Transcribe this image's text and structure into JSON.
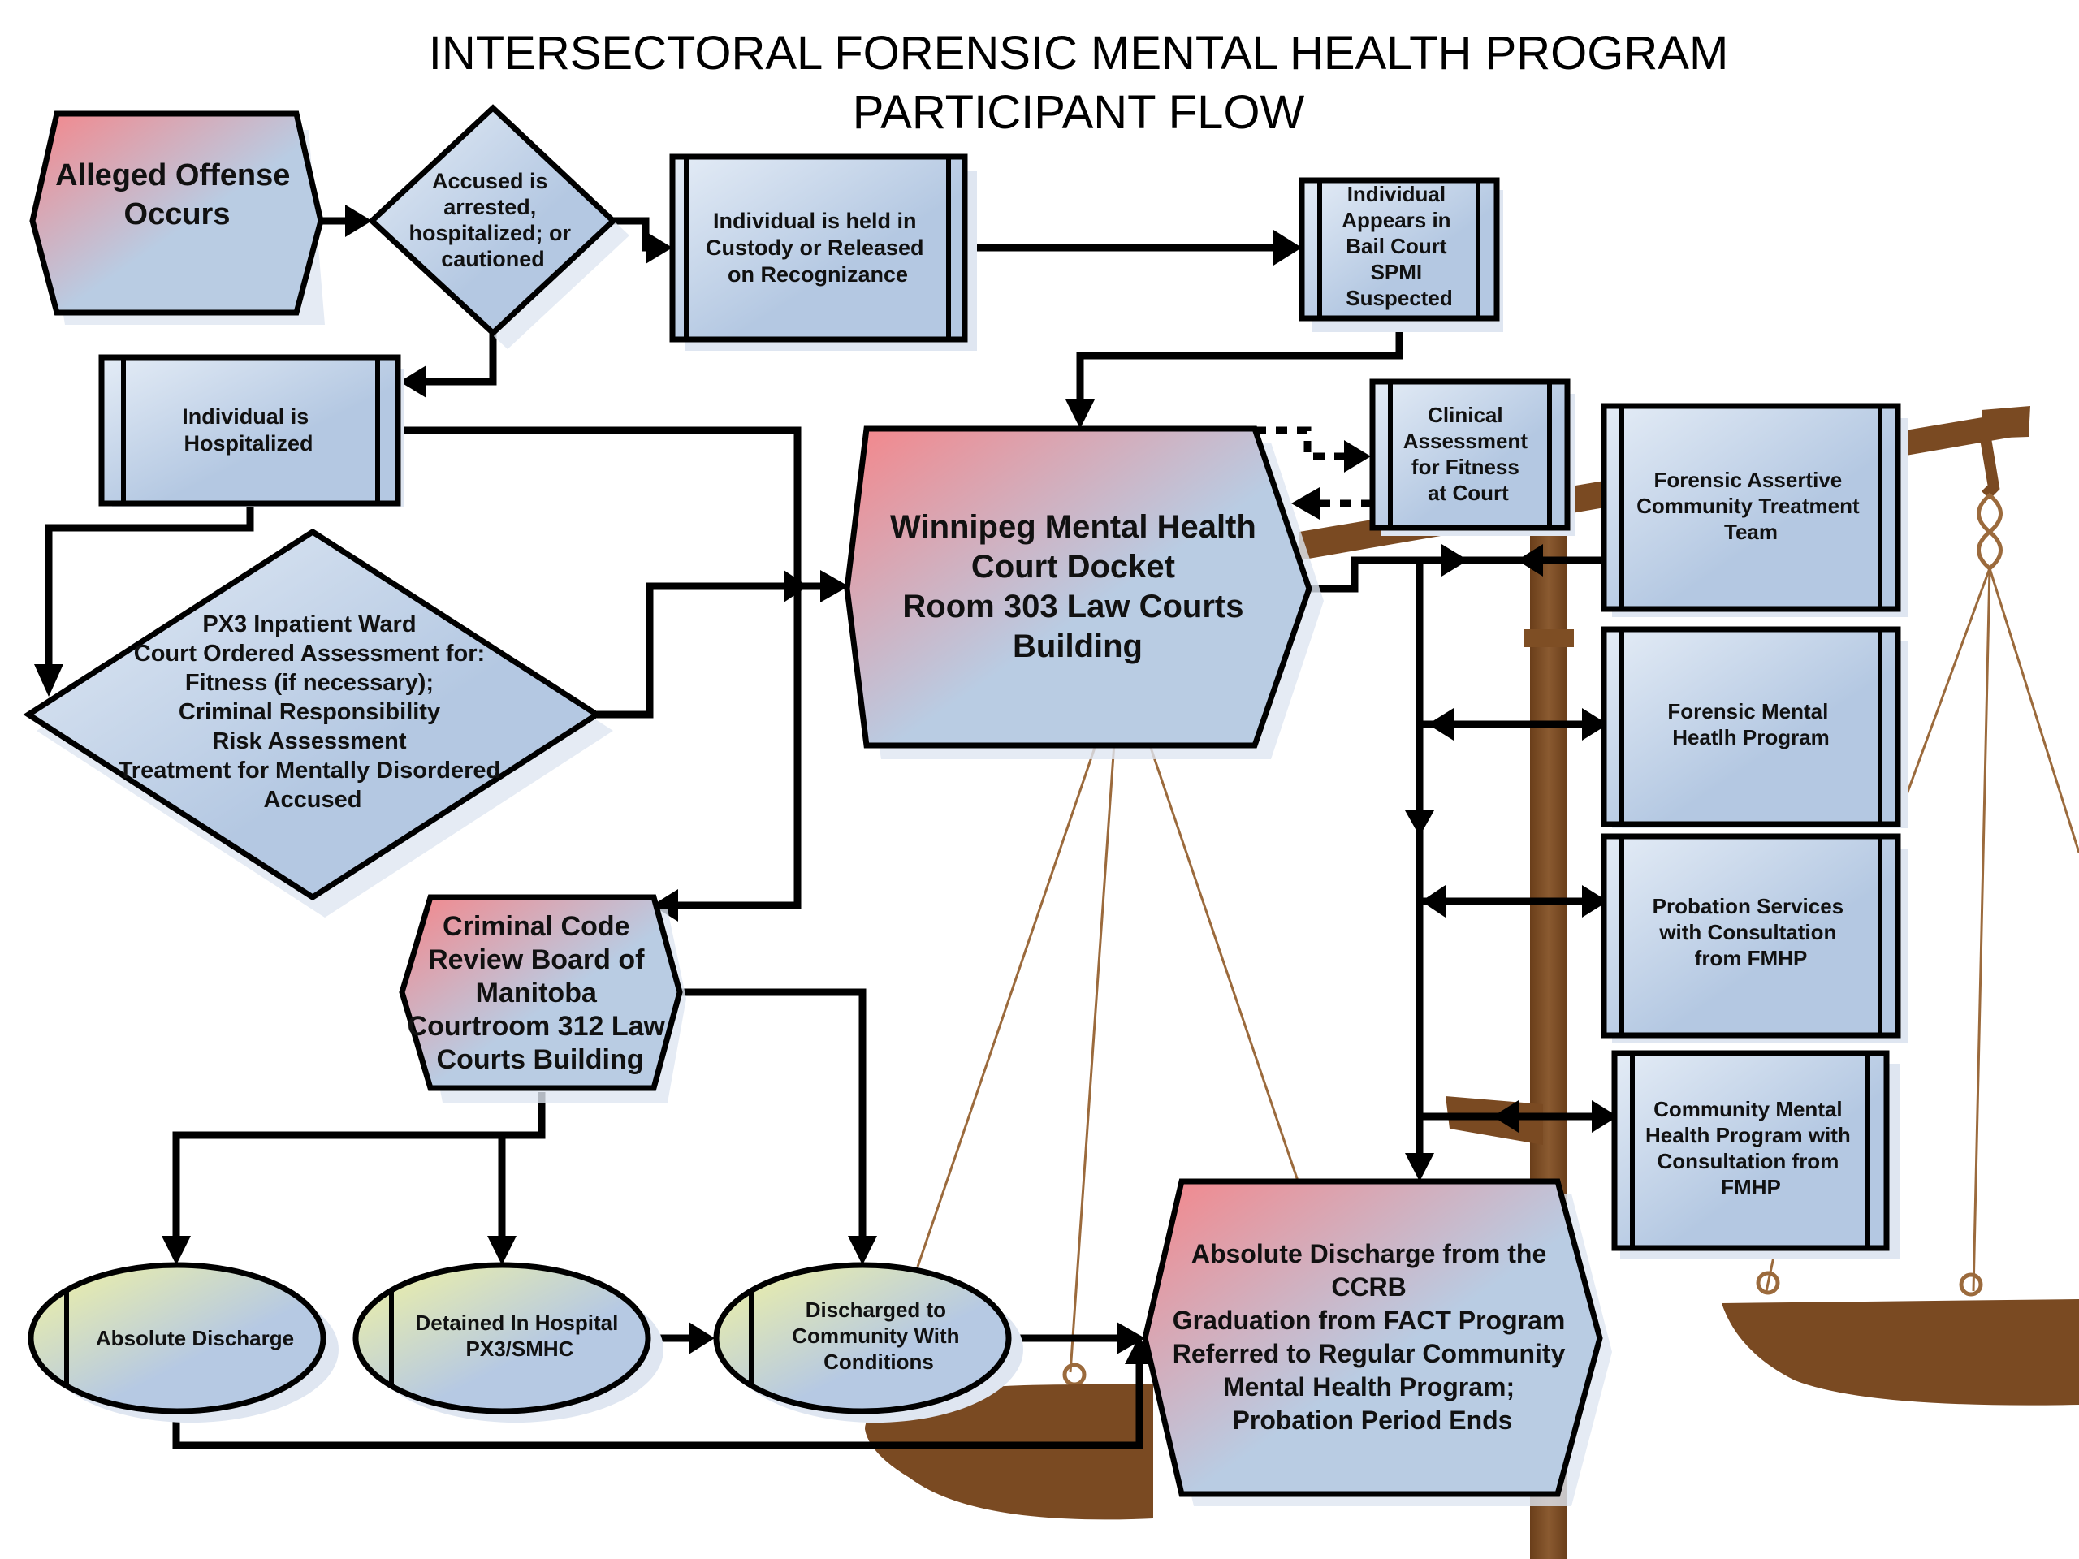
{
  "title": {
    "line1": "INTERSECTORAL FORENSIC MENTAL HEALTH PROGRAM",
    "line2": "PARTICIPANT FLOW"
  },
  "colors": {
    "start_gradient_top": "#f4868a",
    "start_gradient_bottom": "#b9cce3",
    "process_fill_light": "#e4ecf6",
    "process_fill_dark": "#b4c8e2",
    "terminal_fill_light": "#f1f3a2",
    "terminal_fill_dark": "#b6c9e3",
    "scale_wood": "#7a4a22",
    "connector": "#000000"
  },
  "nodes": {
    "alleged_offense": {
      "lines": [
        "Alleged Offense",
        "Occurs"
      ]
    },
    "accused_decision": {
      "lines": [
        "Accused is",
        "arrested,",
        "hospitalized; or",
        "cautioned"
      ]
    },
    "custody": {
      "lines": [
        "Individual is held in",
        "Custody or Released",
        "on Recognizance"
      ]
    },
    "bail_court": {
      "lines": [
        "Individual",
        "Appears in",
        "Bail Court",
        "SPMI",
        "Suspected"
      ]
    },
    "hospitalized": {
      "lines": [
        "Individual is",
        "Hospitalized"
      ]
    },
    "px3_ward": {
      "lines": [
        "PX3 Inpatient Ward",
        "Court Ordered Assessment for:",
        "Fitness (if necessary);",
        "Criminal Responsibility",
        "Risk Assessment",
        "Treatment for Mentally Disordered",
        "Accused"
      ]
    },
    "mental_health_court": {
      "lines": [
        "Winnipeg Mental Health",
        "Court Docket",
        "Room 303 Law Courts",
        "Building"
      ]
    },
    "clinical_assessment": {
      "lines": [
        "Clinical",
        "Assessment",
        "for Fitness",
        "at Court"
      ]
    },
    "fact_team": {
      "lines": [
        "Forensic Assertive",
        "Community Treatment",
        "Team"
      ]
    },
    "fmhp": {
      "lines": [
        "Forensic Mental",
        "Heatlh Program"
      ]
    },
    "probation": {
      "lines": [
        "Probation Services",
        "with Consultation",
        "from FMHP"
      ]
    },
    "community_mh": {
      "lines": [
        "Community Mental",
        "Health Program with",
        "Consultation from",
        "FMHP"
      ]
    },
    "review_board": {
      "lines": [
        "Criminal Code",
        "Review Board of",
        "Manitoba",
        "Courtroom 312 Law",
        "Courts Building"
      ]
    },
    "absolute_discharge": {
      "lines": [
        "Absolute Discharge"
      ]
    },
    "detained": {
      "lines": [
        "Detained In Hospital",
        "PX3/SMHC"
      ]
    },
    "discharged_conditions": {
      "lines": [
        "Discharged to",
        "Community With",
        "Conditions"
      ]
    },
    "final_outcome": {
      "lines": [
        "Absolute Discharge from the",
        "CCRB",
        "Graduation from FACT Program",
        "Referred to Regular Community",
        "Mental Health Program;",
        "Probation Period Ends"
      ]
    }
  }
}
